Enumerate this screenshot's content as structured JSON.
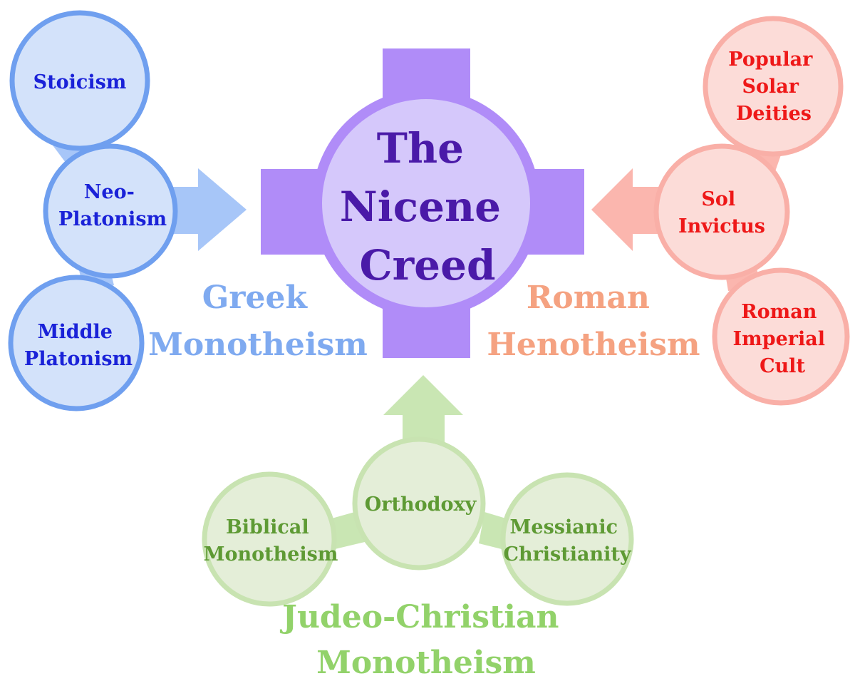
{
  "center": {
    "lines": [
      "The",
      "Nicene",
      "Creed"
    ],
    "text_color": "#4a1aa8",
    "cross_color": "#b08cf8",
    "circle_fill": "#d5c8fb"
  },
  "greek": {
    "title_lines": [
      "Greek",
      "Monotheism"
    ],
    "title_color": "#7faaf0",
    "node_text_color": "#1a22d8",
    "node_fill": "#d3e2fa",
    "node_stroke": "#6f9fef",
    "arrow_color": "#a7c6f8",
    "nodes": [
      {
        "lines": [
          "Stoicism"
        ]
      },
      {
        "lines": [
          "Neo-",
          "Platonism"
        ]
      },
      {
        "lines": [
          "Middle",
          "Platonism"
        ]
      }
    ]
  },
  "roman": {
    "title_lines": [
      "Roman",
      "Henotheism"
    ],
    "title_color": "#f5a281",
    "node_text_color": "#ee1818",
    "node_fill": "#fcdcd8",
    "node_stroke": "#f9afa7",
    "arrow_color": "#fbb6ae",
    "nodes": [
      {
        "lines": [
          "Popular",
          "Solar",
          "Deities"
        ]
      },
      {
        "lines": [
          "Sol",
          "Invictus"
        ]
      },
      {
        "lines": [
          "Roman",
          "Imperial",
          "Cult"
        ]
      }
    ]
  },
  "judeo": {
    "title_lines": [
      "Judeo-Christian",
      "Monotheism"
    ],
    "title_color": "#92d26a",
    "node_text_color": "#5e9a34",
    "node_fill": "#e4eed8",
    "node_stroke": "#c8e3b1",
    "arrow_color": "#c9e6b3",
    "nodes": [
      {
        "lines": [
          "Biblical",
          "Monotheism"
        ]
      },
      {
        "lines": [
          "Orthodoxy"
        ]
      },
      {
        "lines": [
          "Messianic",
          "Christianity"
        ]
      }
    ]
  }
}
